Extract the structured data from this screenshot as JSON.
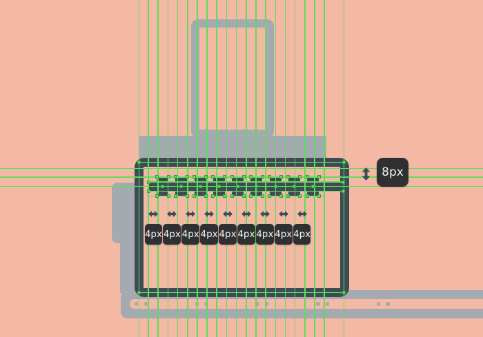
{
  "colors": {
    "background": "#f4b9a5",
    "artwork_gray": "#a4aab0",
    "artwork_dark": "#3e4a54",
    "guide_green": "#5cdd5c",
    "anchor_fill": "#5ce05c",
    "tooltip_bg": "#2f3032",
    "tooltip_text": "#f2f2f2"
  },
  "annotations": {
    "horizontal_gap_labels": [
      "4px",
      "4px",
      "4px",
      "4px",
      "4px",
      "4px",
      "4px",
      "4px",
      "4px"
    ],
    "vertical_size_label": "8px",
    "gap_arrow_icon": "left-right-arrow-icon",
    "size_arrow_icon": "up-down-arrow-icon"
  }
}
